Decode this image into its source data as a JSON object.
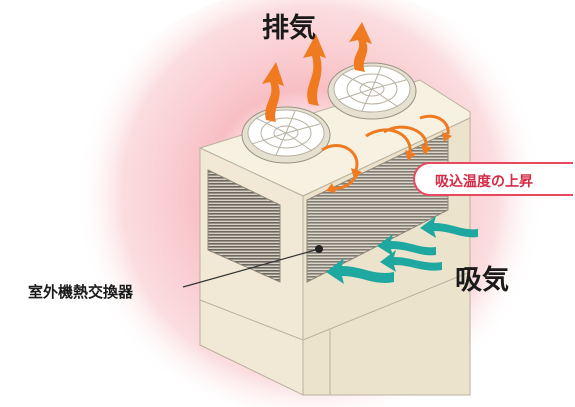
{
  "labels": {
    "exhaust": "排気",
    "intake": "吸気",
    "heat_exchanger": "室外機熱交換器",
    "intake_temp_rise": "吸込温度の上昇"
  },
  "colors": {
    "background_glow": "#f5a3a8",
    "unit_body": "#f3ecd9",
    "exhaust_arrow": "#f07a20",
    "intake_arrow": "#1fa89f",
    "badge_border": "#e8495e",
    "badge_text": "#d62a46"
  },
  "icons": [
    "fan-icon",
    "exhaust-arrow-icon",
    "intake-arrow-icon",
    "recirculation-arrow-icon"
  ]
}
